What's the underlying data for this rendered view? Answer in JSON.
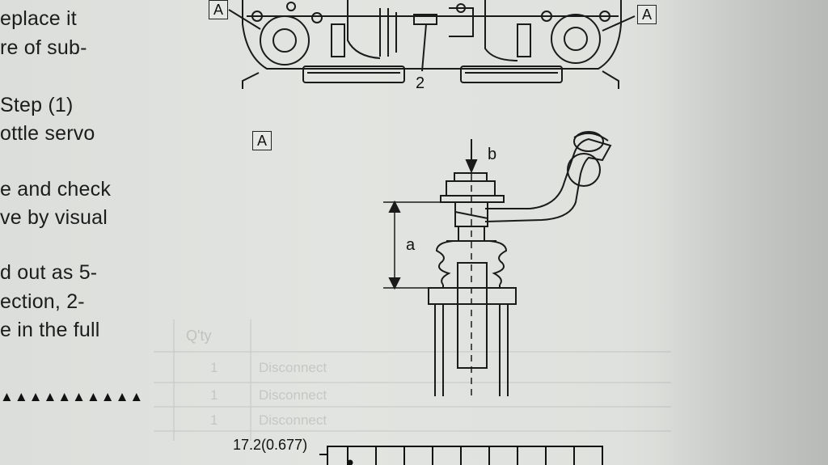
{
  "left_text": [
    "eplace it",
    "re of sub-",
    "Step (1)",
    "ottle servo",
    "e and check",
    "ve by visual",
    "d out as 5-",
    "ection, 2-",
    "e in the full"
  ],
  "triangles": "▲▲▲▲▲▲▲▲▲▲",
  "figure": {
    "box_label": "A",
    "part_number": "2",
    "dim_a": "a",
    "dim_b": "b"
  },
  "measurement": "17.2(0.677)",
  "faint_table": {
    "header": "Q'ty",
    "rows": [
      {
        "qty": "1",
        "action": "Disconnect"
      },
      {
        "qty": "1",
        "action": "Disconnect"
      },
      {
        "qty": "1",
        "action": "Disconnect"
      }
    ]
  }
}
